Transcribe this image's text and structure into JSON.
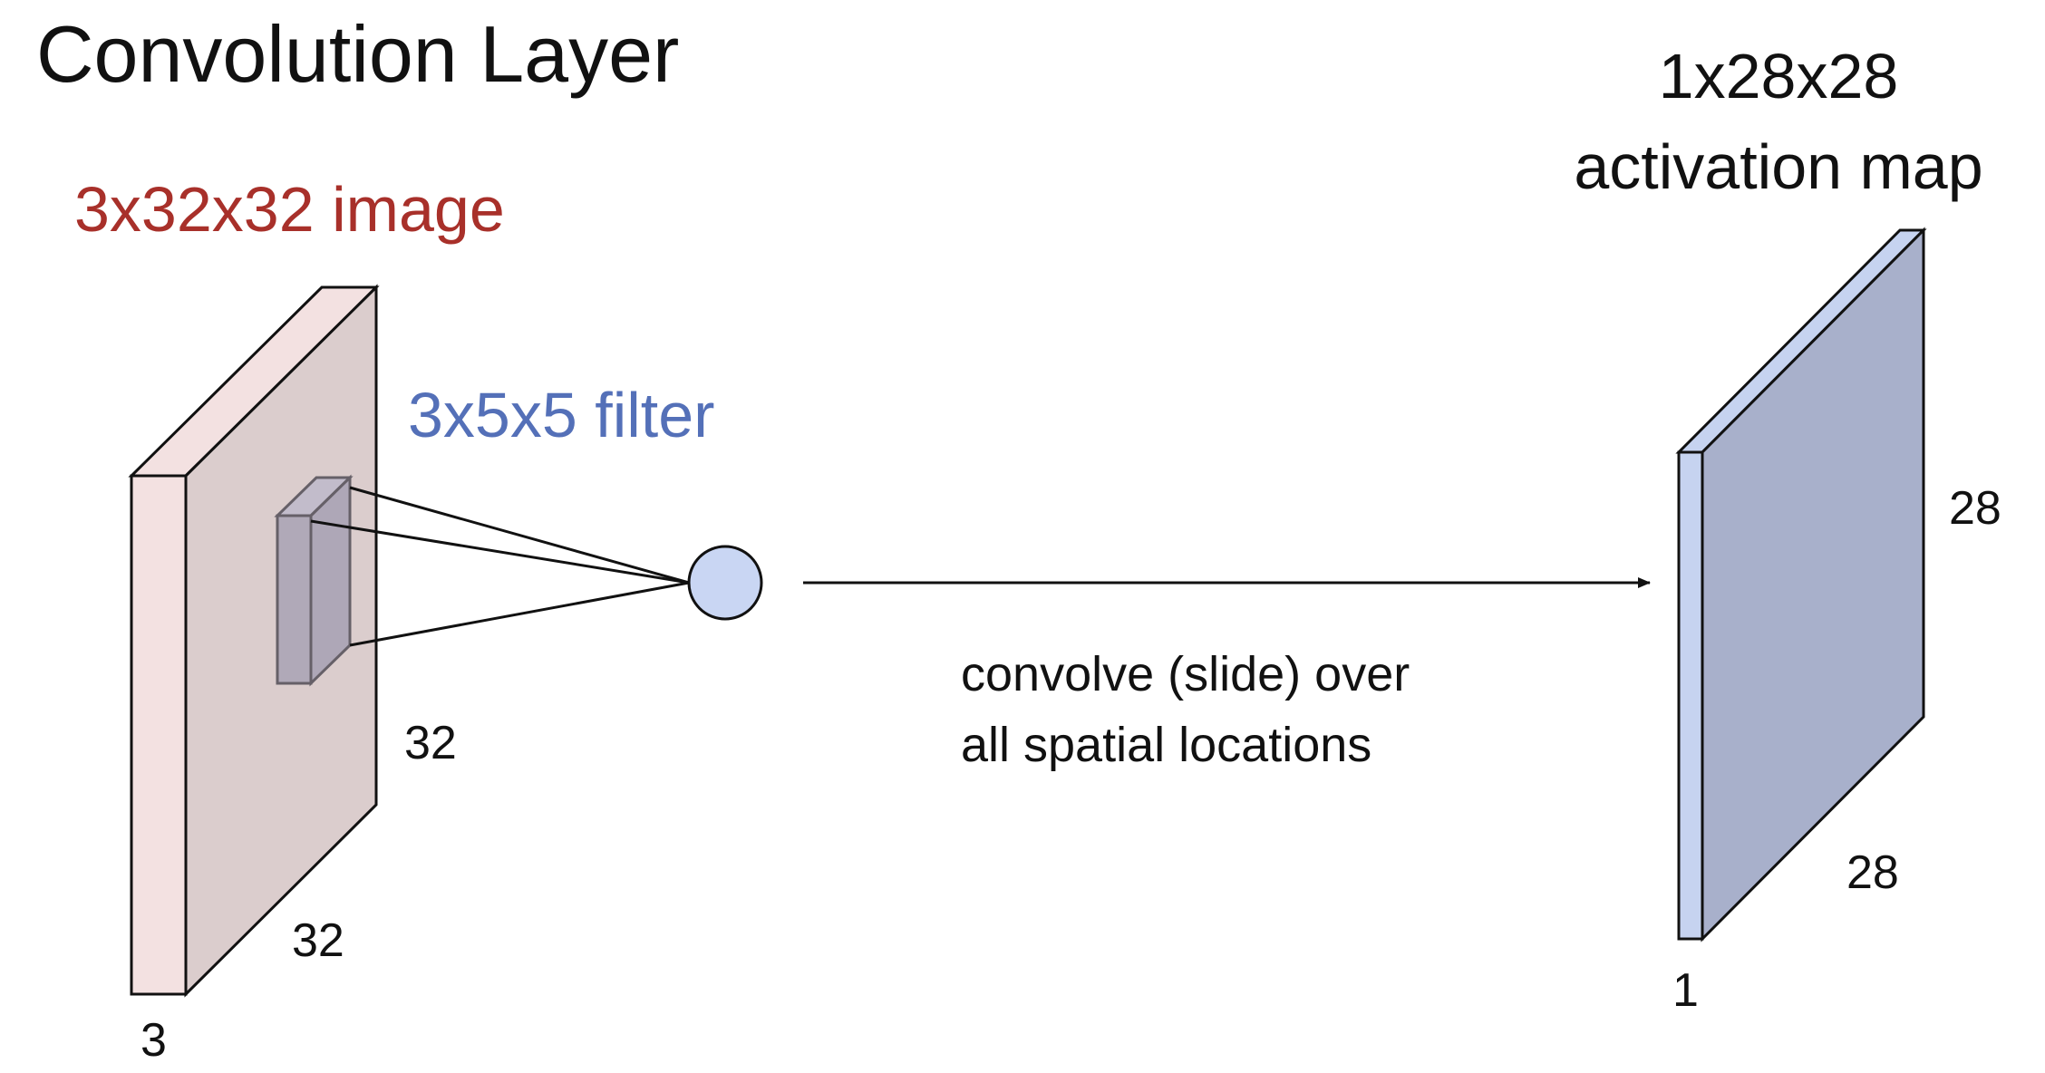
{
  "title": "Convolution Layer",
  "input": {
    "label": "3x32x32 image",
    "height_label": "32",
    "width_label": "32",
    "depth_label": "3"
  },
  "filter": {
    "label": "3x5x5 filter"
  },
  "operation": {
    "line1": "convolve (slide) over",
    "line2": "all spatial locations"
  },
  "output": {
    "label_line1": "1x28x28",
    "label_line2": "activation map",
    "height_label": "28",
    "width_label": "28",
    "depth_label": "1"
  },
  "colors": {
    "input_label": "#a8302a",
    "filter_label": "#5470b8",
    "text": "#111111",
    "input_front": "#f3e1e1",
    "input_face": "#dbcdcd",
    "filter_face": "#b0a9b8",
    "output_front": "#c6d3f0",
    "output_face": "#a8b0cb",
    "neuron": "#c9d6f3"
  }
}
